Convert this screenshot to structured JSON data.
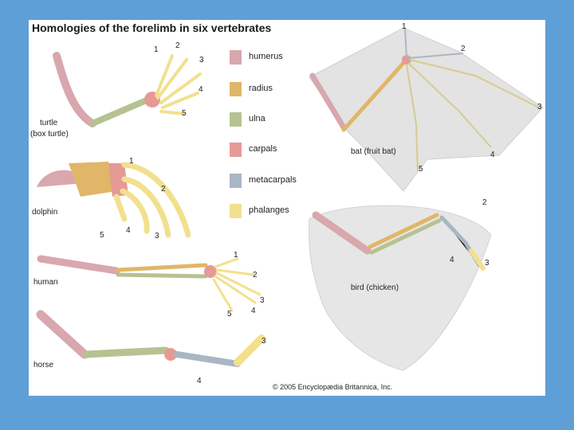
{
  "title": "Homologies of the forelimb in six vertebrates",
  "legend": [
    {
      "label": "humerus",
      "color": "#d9a7ae"
    },
    {
      "label": "radius",
      "color": "#e0b668"
    },
    {
      "label": "ulna",
      "color": "#b6c291"
    },
    {
      "label": "carpals",
      "color": "#e59a95"
    },
    {
      "label": "metacarpals",
      "color": "#a9b6c4"
    },
    {
      "label": "phalanges",
      "color": "#f2e08e"
    }
  ],
  "animals": {
    "turtle": {
      "name": "turtle",
      "sub": "(box turtle)"
    },
    "dolphin": {
      "name": "dolphin"
    },
    "human": {
      "name": "human"
    },
    "horse": {
      "name": "horse"
    },
    "bat": {
      "name": "bat (fruit bat)"
    },
    "bird": {
      "name": "bird (chicken)"
    }
  },
  "digits": {
    "turtle": [
      "1",
      "2",
      "3",
      "4",
      "5"
    ],
    "dolphin": [
      "1",
      "2",
      "3",
      "4",
      "5"
    ],
    "human": [
      "1",
      "2",
      "3",
      "4",
      "5"
    ],
    "horse": [
      "3",
      "4"
    ],
    "bat": [
      "1",
      "2",
      "3",
      "4",
      "5"
    ],
    "bird": [
      "2",
      "3",
      "4"
    ]
  },
  "copyright": "© 2005 Encyclopædia Britannica, Inc.",
  "colors": {
    "frame": "#5f9fd7",
    "humerus": "#d9a7ae",
    "radius": "#e0b668",
    "ulna": "#b6c291",
    "carpals": "#e59a95",
    "metacarpals": "#a9b6c4",
    "phalanges": "#f2e08e",
    "membrane": "#e3e3e3"
  }
}
